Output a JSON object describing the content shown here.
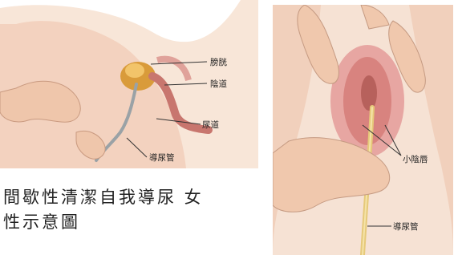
{
  "left_diagram": {
    "labels": {
      "bladder": "膀胱",
      "vagina": "陰道",
      "urethra": "尿道",
      "catheter": "導尿管"
    }
  },
  "right_diagram": {
    "labels": {
      "labia_minora": "小陰唇",
      "catheter": "導尿管"
    }
  },
  "caption": {
    "line1": "間歇性清潔自我導尿 女",
    "line2": "性示意圖"
  }
}
